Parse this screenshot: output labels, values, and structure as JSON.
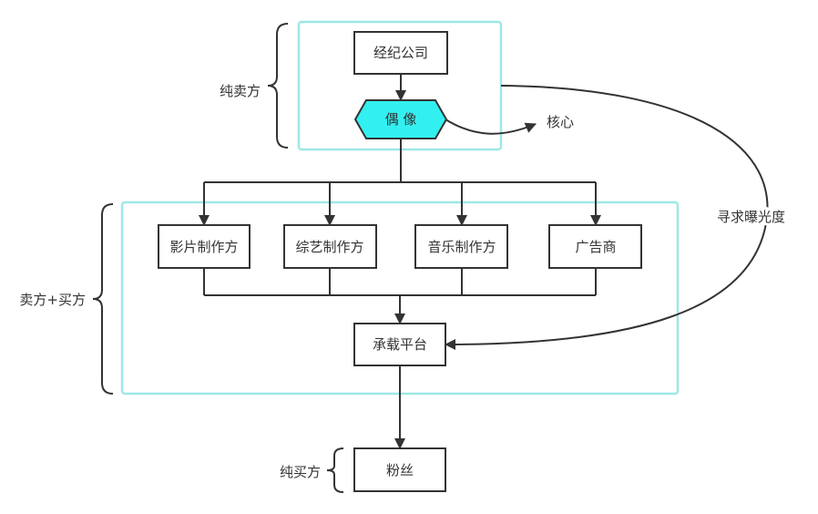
{
  "diagram": {
    "title": "",
    "colors": {
      "idol_fill": "#33f0f0",
      "group_border": "#9ee8e6",
      "stroke": "#333333"
    },
    "groups": {
      "pure_seller": {
        "label": "纯卖方"
      },
      "seller_buyer": {
        "label": "卖方+买方"
      },
      "pure_buyer": {
        "label": "纯买方"
      }
    },
    "nodes": {
      "agency": "经纪公司",
      "idol": "偶 像",
      "film_producer": "影片制作方",
      "variety_producer": "综艺制作方",
      "music_producer": "音乐制作方",
      "advertiser": "广告商",
      "platform": "承载平台",
      "fans": "粉丝"
    },
    "annotations": {
      "core": "核心",
      "seek_exposure": "寻求曝光度"
    },
    "edges": [
      {
        "from": "经纪公司",
        "to": "偶像"
      },
      {
        "from": "偶像",
        "to": "影片制作方"
      },
      {
        "from": "偶像",
        "to": "综艺制作方"
      },
      {
        "from": "偶像",
        "to": "音乐制作方"
      },
      {
        "from": "偶像",
        "to": "广告商"
      },
      {
        "from": "影片制作方",
        "to": "承载平台"
      },
      {
        "from": "综艺制作方",
        "to": "承载平台"
      },
      {
        "from": "音乐制作方",
        "to": "承载平台"
      },
      {
        "from": "广告商",
        "to": "承载平台"
      },
      {
        "from": "经纪公司组",
        "to": "承载平台",
        "label": "寻求曝光度"
      },
      {
        "from": "偶像",
        "to": "核心"
      },
      {
        "from": "承载平台",
        "to": "粉丝"
      }
    ]
  }
}
